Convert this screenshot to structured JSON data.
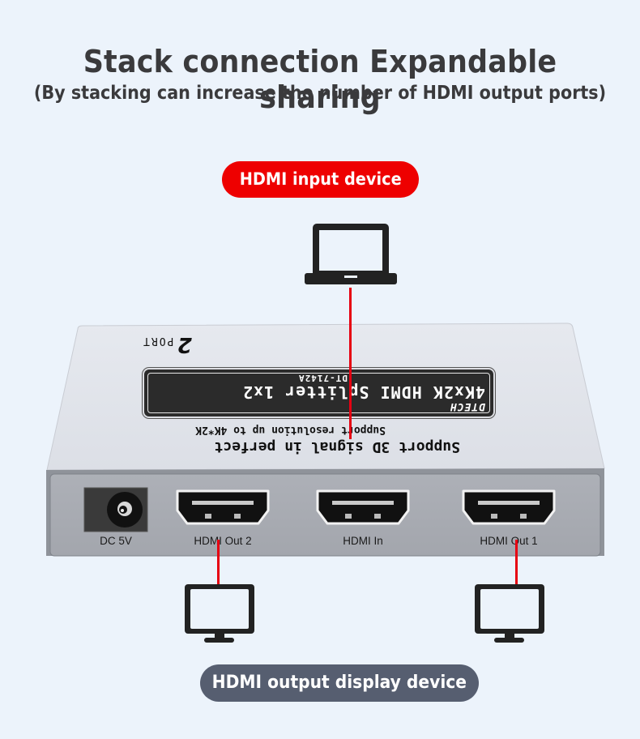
{
  "header": {
    "title": "Stack connection  Expandable sharing",
    "subtitle": "(By stacking can increase the number of HDMI output ports)"
  },
  "labels": {
    "input_device": "HDMI input device",
    "output_device": "HDMI output display device"
  },
  "icons": {
    "input": "laptop-icon",
    "outputs": [
      "monitor-icon",
      "monitor-icon"
    ]
  },
  "device": {
    "brand": "DTECH",
    "product_name": "4Kx2K HDMI Splitter 1x2",
    "model": "DT-7142A",
    "port_count_number": "2",
    "port_count_word": "PORT",
    "feature_line_1": "Support 3D signal in perfect",
    "feature_line_2": "Support resolution up to 4K*2K",
    "ports": [
      {
        "label": "DC 5V",
        "type": "dc-power"
      },
      {
        "label": "HDMI Out 2",
        "type": "hdmi"
      },
      {
        "label": "HDMI In",
        "type": "hdmi"
      },
      {
        "label": "HDMI Out 1",
        "type": "hdmi"
      }
    ]
  },
  "colors": {
    "background": "#ecf3fb",
    "accent_red": "#ee0000",
    "output_pill": "#565e70",
    "device_top": "#dfe2e9",
    "device_front": "#a6a9b0",
    "icon": "#222222"
  }
}
